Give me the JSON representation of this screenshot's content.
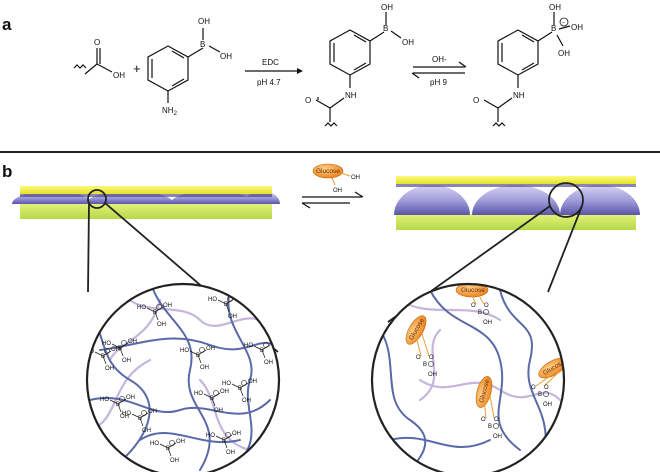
{
  "panel_a": {
    "label": "a",
    "reagent_oh": "OH",
    "reagent_o": "O",
    "plus": "+",
    "b_oh1": "OH",
    "b_oh2": "OH",
    "b_atom": "B",
    "amine": "NH",
    "amine_sub": "2",
    "arrow1_top": "EDC",
    "arrow1_bottom": "pH 4.7",
    "prod_nh": "NH",
    "prod_o": "O",
    "prod_b": "B",
    "prod_oh1": "OH",
    "prod_oh2": "OH",
    "arrow2_top": "OH-",
    "arrow2_bottom": "pH 9",
    "final_b": "B",
    "final_oh1": "OH",
    "final_oh2": "OH",
    "final_oh3": "OH",
    "final_nh": "NH",
    "final_o": "O",
    "charge": "−"
  },
  "panel_b": {
    "label": "b",
    "glucose_label": "Glucose",
    "glucose_oh1": "OH",
    "glucose_oh2": "OH",
    "zoom_b": "B",
    "zoom_ho": "HO",
    "zoom_oh": "OH",
    "zoom_o": "O"
  },
  "colors": {
    "layer_yellow": "#f2ef3a",
    "layer_green": "#c8e85a",
    "bead_purple": "#9c98d8",
    "bead_dark": "#3a3680",
    "chain_dark": "#5a6aa8",
    "chain_light": "#b8a8d0",
    "glucose_orange": "#f39a2a",
    "divider": "#222222"
  }
}
